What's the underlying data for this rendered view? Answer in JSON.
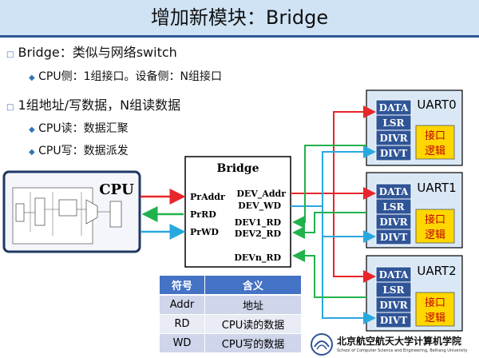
{
  "title": "增加新模块：Bridge",
  "bullets": [
    {
      "text": "Bridge：类似与网络switch",
      "sub": [
        "CPU侧：1组接口。设备侧：N组接口"
      ]
    },
    {
      "text": "1组地址/写数据，N组读数据",
      "sub": [
        "CPU读：数据汇聚",
        "CPU写：数据派发"
      ]
    }
  ],
  "cpu": {
    "label": "CPU"
  },
  "bridge": {
    "title": "Bridge",
    "left_ports": [
      "PrAddr",
      "PrRD",
      "PrWD"
    ],
    "right_ports": [
      "DEV_Addr",
      "DEV_WD",
      "DEV1_RD",
      "DEV2_RD",
      "DEVn_RD"
    ]
  },
  "uarts": [
    {
      "name": "UART0",
      "regs": [
        "DATA",
        "LSR",
        "DIVR",
        "DIVT"
      ],
      "logic": [
        "接口",
        "逻辑"
      ]
    },
    {
      "name": "UART1",
      "regs": [
        "DATA",
        "LSR",
        "DIVR",
        "DIVT"
      ],
      "logic": [
        "接口",
        "逻辑"
      ]
    },
    {
      "name": "UART2",
      "regs": [
        "DATA",
        "LSR",
        "DIVR",
        "DIVT"
      ],
      "logic": [
        "接口",
        "逻辑"
      ]
    }
  ],
  "legend_table": {
    "headers": [
      "符号",
      "含义"
    ],
    "rows": [
      [
        "Addr",
        "地址"
      ],
      [
        "RD",
        "CPU读的数据"
      ],
      [
        "WD",
        "CPU写的数据"
      ]
    ]
  },
  "school": {
    "name_cn": "北京航空航天大学计算机学院",
    "name_en": "School of Computer Science and Engineering, Beihang University"
  },
  "colors": {
    "addr": "#e8262a",
    "read": "#22b24c",
    "write": "#29a8df",
    "reg_fill": "#2f5597",
    "logic_fill": "#ffd700",
    "uart_fill": "#dae8f6"
  }
}
